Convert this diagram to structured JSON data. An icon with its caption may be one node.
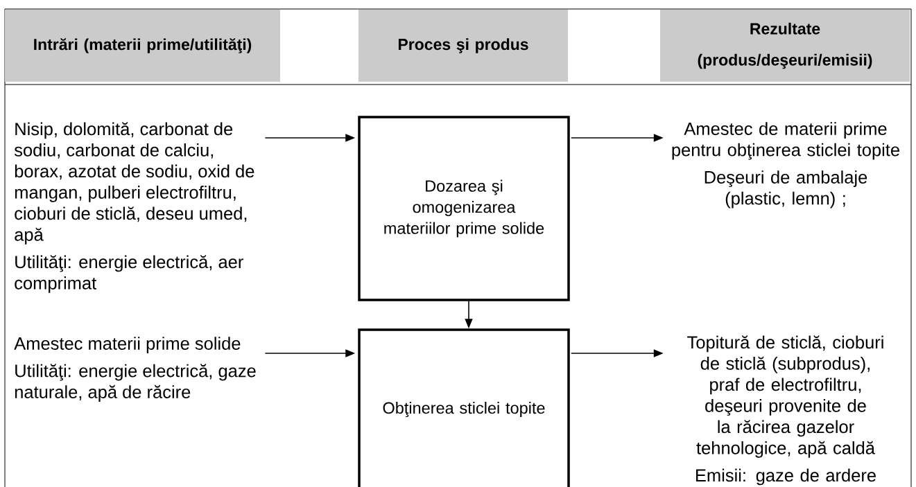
{
  "diagram": {
    "nodes": [
      {
        "text": [
          "Intrări (materii prime/utilităţi)"
        ]
      },
      {
        "text": [
          "Proces şi produs"
        ]
      },
      {
        "text": [
          "Rezultate (produs/deşeuri/emisii)"
        ]
      },
      {
        "text": [
          "Nisip, dolomită, carbonat de sodiu, carbonat de calciu, borax, azotat de sodiu, oxid de mangan, pulberi electrofiltru, cioburi de sticlă, deseu umed, apă",
          "Utilităţi: energie electrică, aer comprimat"
        ]
      },
      {
        "text": [
          "Dozarea şi omogenizarea materiilor prime solide"
        ]
      },
      {
        "text": [
          "Amestec de materii prime pentru obţinerea sticlei topite",
          "Deşeuri de ambalaje (plastic, lemn) ;"
        ]
      },
      {
        "text": [
          "Amestec materii prime solide",
          "Utilităţi: energie electrică, gaze naturale, apă de răcire"
        ]
      },
      {
        "text": [
          "Obţinerea sticlei topite"
        ]
      },
      {
        "text": [
          "Topitură de sticlă, cioburi de sticlă (subprodus), praf de electrofiltru, deşeuri provenite de la răcirea gazelor tehnologice, apă caldă",
          "Emisii: gaze de ardere"
        ]
      }
    ],
    "edges": [
      {
        "from": 3,
        "to": 4,
        "arrow": "to"
      },
      {
        "from": 4,
        "to": 5,
        "arrow": "to"
      },
      {
        "from": 4,
        "to": 7,
        "arrow": "to"
      },
      {
        "from": 6,
        "to": 7,
        "arrow": "to"
      },
      {
        "from": 7,
        "to": 8,
        "arrow": "to"
      }
    ]
  }
}
